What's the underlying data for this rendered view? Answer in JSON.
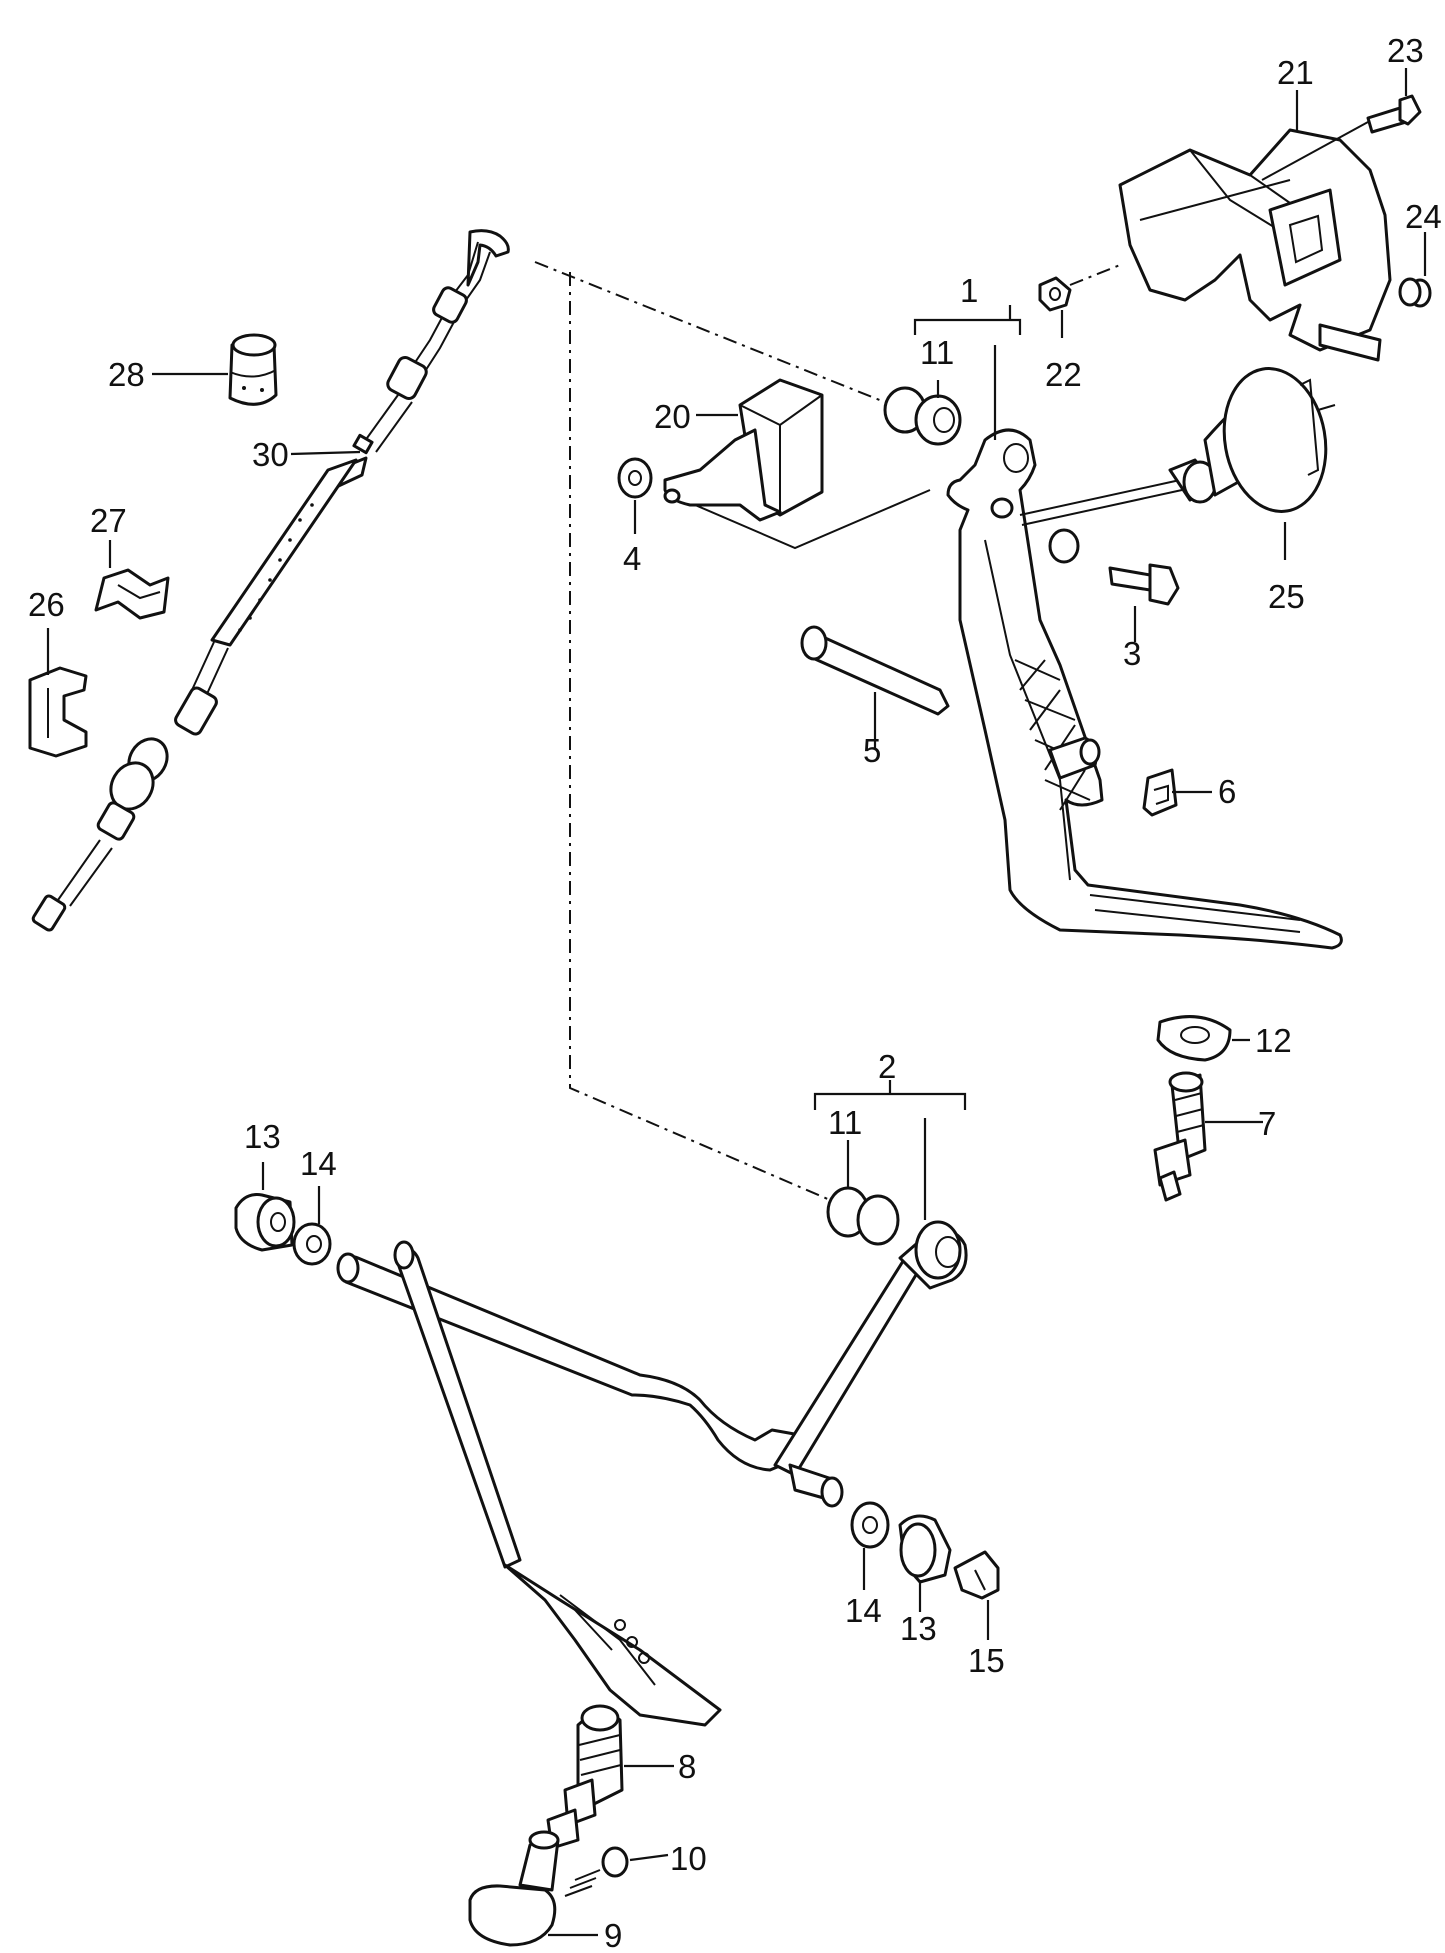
{
  "callouts": [
    {
      "id": "c1",
      "text": "1"
    },
    {
      "id": "c2",
      "text": "2"
    },
    {
      "id": "c3",
      "text": "3"
    },
    {
      "id": "c4",
      "text": "4"
    },
    {
      "id": "c5",
      "text": "5"
    },
    {
      "id": "c6",
      "text": "6"
    },
    {
      "id": "c7",
      "text": "7"
    },
    {
      "id": "c8",
      "text": "8"
    },
    {
      "id": "c9",
      "text": "9"
    },
    {
      "id": "c10",
      "text": "10"
    },
    {
      "id": "c11a",
      "text": "11"
    },
    {
      "id": "c11b",
      "text": "11"
    },
    {
      "id": "c12",
      "text": "12"
    },
    {
      "id": "c13a",
      "text": "13"
    },
    {
      "id": "c13b",
      "text": "13"
    },
    {
      "id": "c14a",
      "text": "14"
    },
    {
      "id": "c14b",
      "text": "14"
    },
    {
      "id": "c15",
      "text": "15"
    },
    {
      "id": "c20",
      "text": "20"
    },
    {
      "id": "c21",
      "text": "21"
    },
    {
      "id": "c22",
      "text": "22"
    },
    {
      "id": "c23",
      "text": "23"
    },
    {
      "id": "c24",
      "text": "24"
    },
    {
      "id": "c25",
      "text": "25"
    },
    {
      "id": "c26",
      "text": "26"
    },
    {
      "id": "c27",
      "text": "27"
    },
    {
      "id": "c28",
      "text": "28"
    },
    {
      "id": "c30",
      "text": "30"
    }
  ]
}
